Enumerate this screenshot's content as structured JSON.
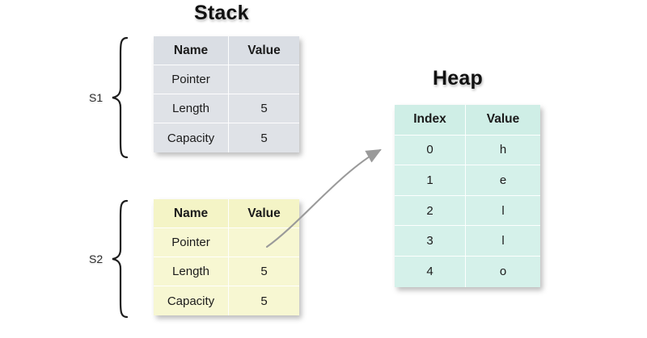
{
  "diagram": {
    "background_color": "#ffffff",
    "sections": {
      "stack_title": "Stack",
      "heap_title": "Heap"
    },
    "colors": {
      "stack_header": "#dadee4",
      "stack_cell": "#dfe2e7",
      "stack2_header": "#f4f4c6",
      "stack2_cell": "#f7f7d2",
      "heap_header": "#cfeee6",
      "heap_cell": "#d5f1ea",
      "arrow": "#9a9a9a",
      "text": "#1b1b1b"
    }
  },
  "stack": {
    "title": "Stack",
    "frames": [
      {
        "label": "S1",
        "headers": [
          "Name",
          "Value"
        ],
        "rows": [
          {
            "name": "Pointer",
            "value": ""
          },
          {
            "name": "Length",
            "value": "5"
          },
          {
            "name": "Capacity",
            "value": "5"
          }
        ]
      },
      {
        "label": "S2",
        "headers": [
          "Name",
          "Value"
        ],
        "rows": [
          {
            "name": "Pointer",
            "value": ""
          },
          {
            "name": "Length",
            "value": "5"
          },
          {
            "name": "Capacity",
            "value": "5"
          }
        ]
      }
    ]
  },
  "heap": {
    "title": "Heap",
    "headers": [
      "Index",
      "Value"
    ],
    "rows": [
      {
        "index": "0",
        "value": "h"
      },
      {
        "index": "1",
        "value": "e"
      },
      {
        "index": "2",
        "value": "l"
      },
      {
        "index": "3",
        "value": "l"
      },
      {
        "index": "4",
        "value": "o"
      }
    ]
  },
  "arrow": {
    "name": "pointer-arrow",
    "from": "S2 Pointer value cell",
    "to": "Heap index 0 row",
    "color": "#9a9a9a"
  },
  "bottom_caption": {
    "text": ""
  }
}
